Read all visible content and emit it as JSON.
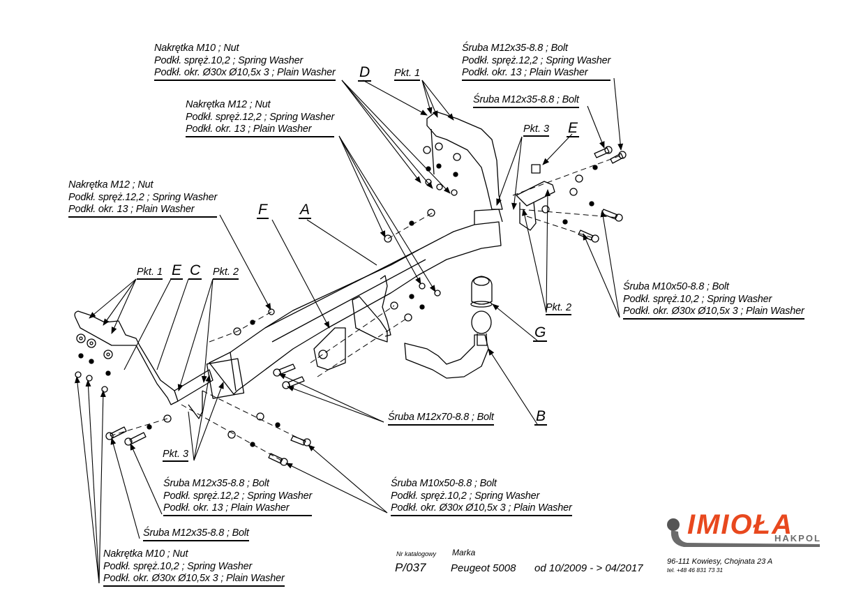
{
  "callouts": {
    "top_left_nut_m10": [
      "Nakrętka  M10 ; Nut",
      "Podkł. spręż.10,2 ; Spring Washer",
      "Podkł. okr.  Ø30x Ø10,5x 3 ; Plain Washer"
    ],
    "top_center_nut_m12": [
      "Nakrętka  M12 ; Nut",
      "Podkł. spręż.12,2 ; Spring Washer",
      "Podkł. okr. 13 ; Plain Washer"
    ],
    "left_nut_m12": [
      "Nakrętka  M12 ; Nut",
      "Podkł. spręż.12,2 ; Spring Washer",
      "Podkł. okr. 13 ; Plain Washer"
    ],
    "top_right_bolt_m12x35": [
      "Śruba M12x35-8.8 ;  Bolt",
      "Podkł. spręż.12,2 ; Spring Washer",
      "Podkł. okr. 13 ; Plain Washer"
    ],
    "top_right_bolt_single": "Śruba M12x35-8.8 ;  Bolt",
    "right_bolt_m10x50": [
      "Śruba M10x50-8.8 ;  Bolt",
      "Podkł. spręż.10,2 ; Spring Washer",
      "Podkł. okr.  Ø30x Ø10,5x 3 ; Plain Washer"
    ],
    "center_bolt_m12x70": "Śruba M12x70-8.8 ;  Bolt",
    "bottom_center_bolt_m10x50": [
      "Śruba M10x50-8.8 ;  Bolt",
      "Podkł. spręż.10,2 ; Spring Washer",
      "Podkł. okr.  Ø30x Ø10,5x 3 ; Plain Washer"
    ],
    "bottom_left_bolt_m12x35": [
      "Śruba M12x35-8.8 ;  Bolt",
      "Podkł. spręż.12,2 ; Spring Washer",
      "Podkł. okr. 13 ; Plain Washer"
    ],
    "bottom_left_bolt_single": "Śruba M12x35-8.8 ;  Bolt",
    "bottom_left_nut_m10": [
      "Nakrętka  M10 ; Nut",
      "Podkł. spręż.10,2 ; Spring Washer",
      "Podkł. okr.  Ø30x Ø10,5x 3 ; Plain Washer"
    ]
  },
  "part_letters": {
    "A": "A",
    "B": "B",
    "C": "C",
    "D": "D",
    "E_left": "E",
    "E_right": "E",
    "F": "F",
    "G": "G"
  },
  "points": {
    "pkt1_left": "Pkt. 1",
    "pkt2_left": "Pkt. 2",
    "pkt3_left": "Pkt. 3",
    "pkt1_top": "Pkt. 1",
    "pkt2_right": "Pkt. 2",
    "pkt3_right": "Pkt. 3"
  },
  "title_block": {
    "catalog_label": "Nr katalogowy",
    "catalog_number": "P/037",
    "brand_label": "Marka",
    "model": "Peugeot 5008",
    "years": "od 10/2009 - > 04/2017"
  },
  "company": {
    "logo_text": "IMIOŁA",
    "logo_sub": "HAKPOL",
    "address": "96-111 Kowiesy, Chojnata 23 A",
    "phone": "tel. +48 46 831 73 31",
    "brand_color": "#e8481e",
    "logo_gray": "#6b6b6b"
  }
}
